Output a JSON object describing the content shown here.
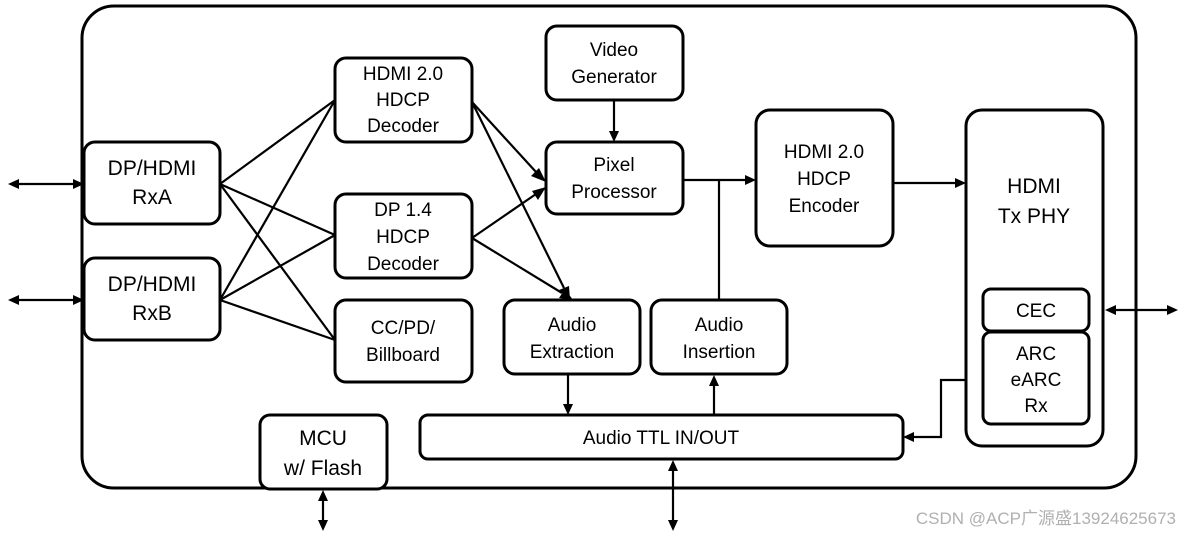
{
  "blocks": {
    "rx_a": [
      "DP/HDMI",
      "RxA"
    ],
    "rx_b": [
      "DP/HDMI",
      "RxB"
    ],
    "hdmi_decoder": [
      "HDMI 2.0",
      "HDCP",
      "Decoder"
    ],
    "dp_decoder": [
      "DP 1.4",
      "HDCP",
      "Decoder"
    ],
    "cc_pd": [
      "CC/PD/",
      "Billboard"
    ],
    "video_gen": [
      "Video",
      "Generator"
    ],
    "pixel_proc": [
      "Pixel",
      "Processor"
    ],
    "audio_extraction": [
      "Audio",
      "Extraction"
    ],
    "audio_insertion": [
      "Audio",
      "Insertion"
    ],
    "hdmi_encoder": [
      "HDMI 2.0",
      "HDCP",
      "Encoder"
    ],
    "tx_phy": [
      "HDMI",
      "Tx PHY"
    ],
    "cec": [
      "CEC"
    ],
    "arc": [
      "ARC",
      "eARC",
      "Rx"
    ],
    "mcu": [
      "MCU",
      "w/ Flash"
    ],
    "audio_ttl": [
      "Audio TTL IN/OUT"
    ]
  },
  "watermark": "CSDN @ACP广源盛13924625673"
}
